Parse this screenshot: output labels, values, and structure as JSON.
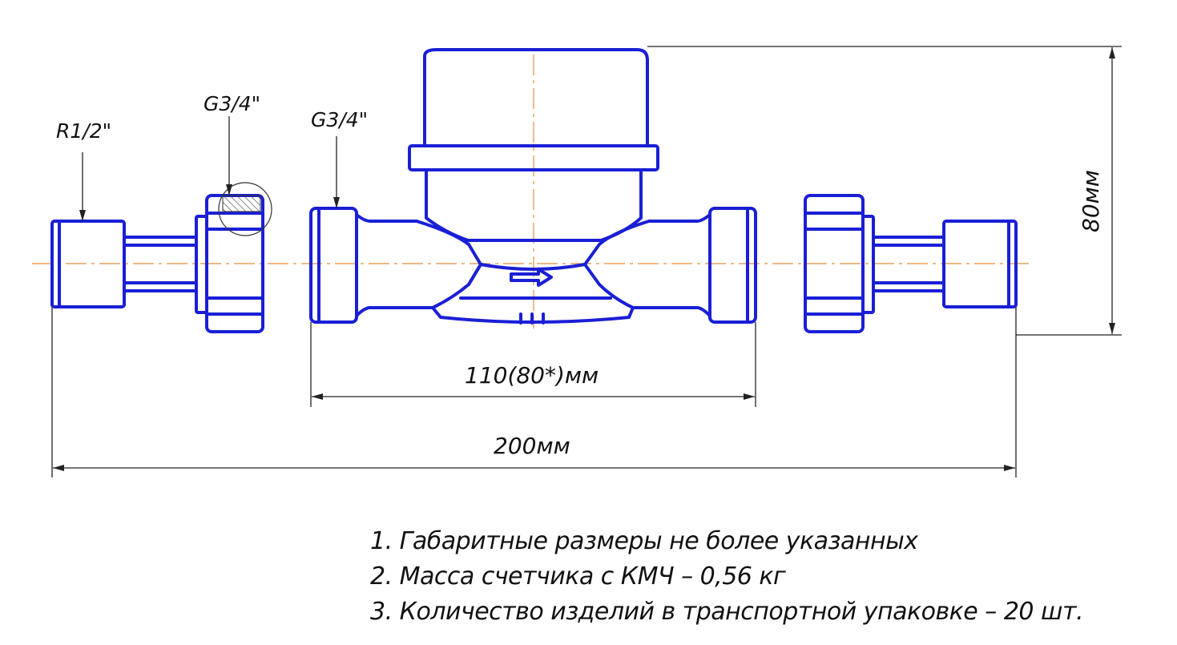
{
  "labels": {
    "thread_left": "R1/2\"",
    "thread_nut": "G3/4\"",
    "thread_body": "G3/4\"",
    "dim_body": "110(80*)мм",
    "dim_total": "200мм",
    "dim_height": "80мм"
  },
  "notes": [
    "1. Габаритные размеры не более указанных",
    "2. Масса счетчика с КМЧ – 0,56 кг",
    "3. Количество изделий в транспортной упаковке – 20 шт."
  ],
  "colors": {
    "part_outline": "#1a1fd6",
    "center_axis": "#e3a25c",
    "dimension_line": "#222222"
  }
}
